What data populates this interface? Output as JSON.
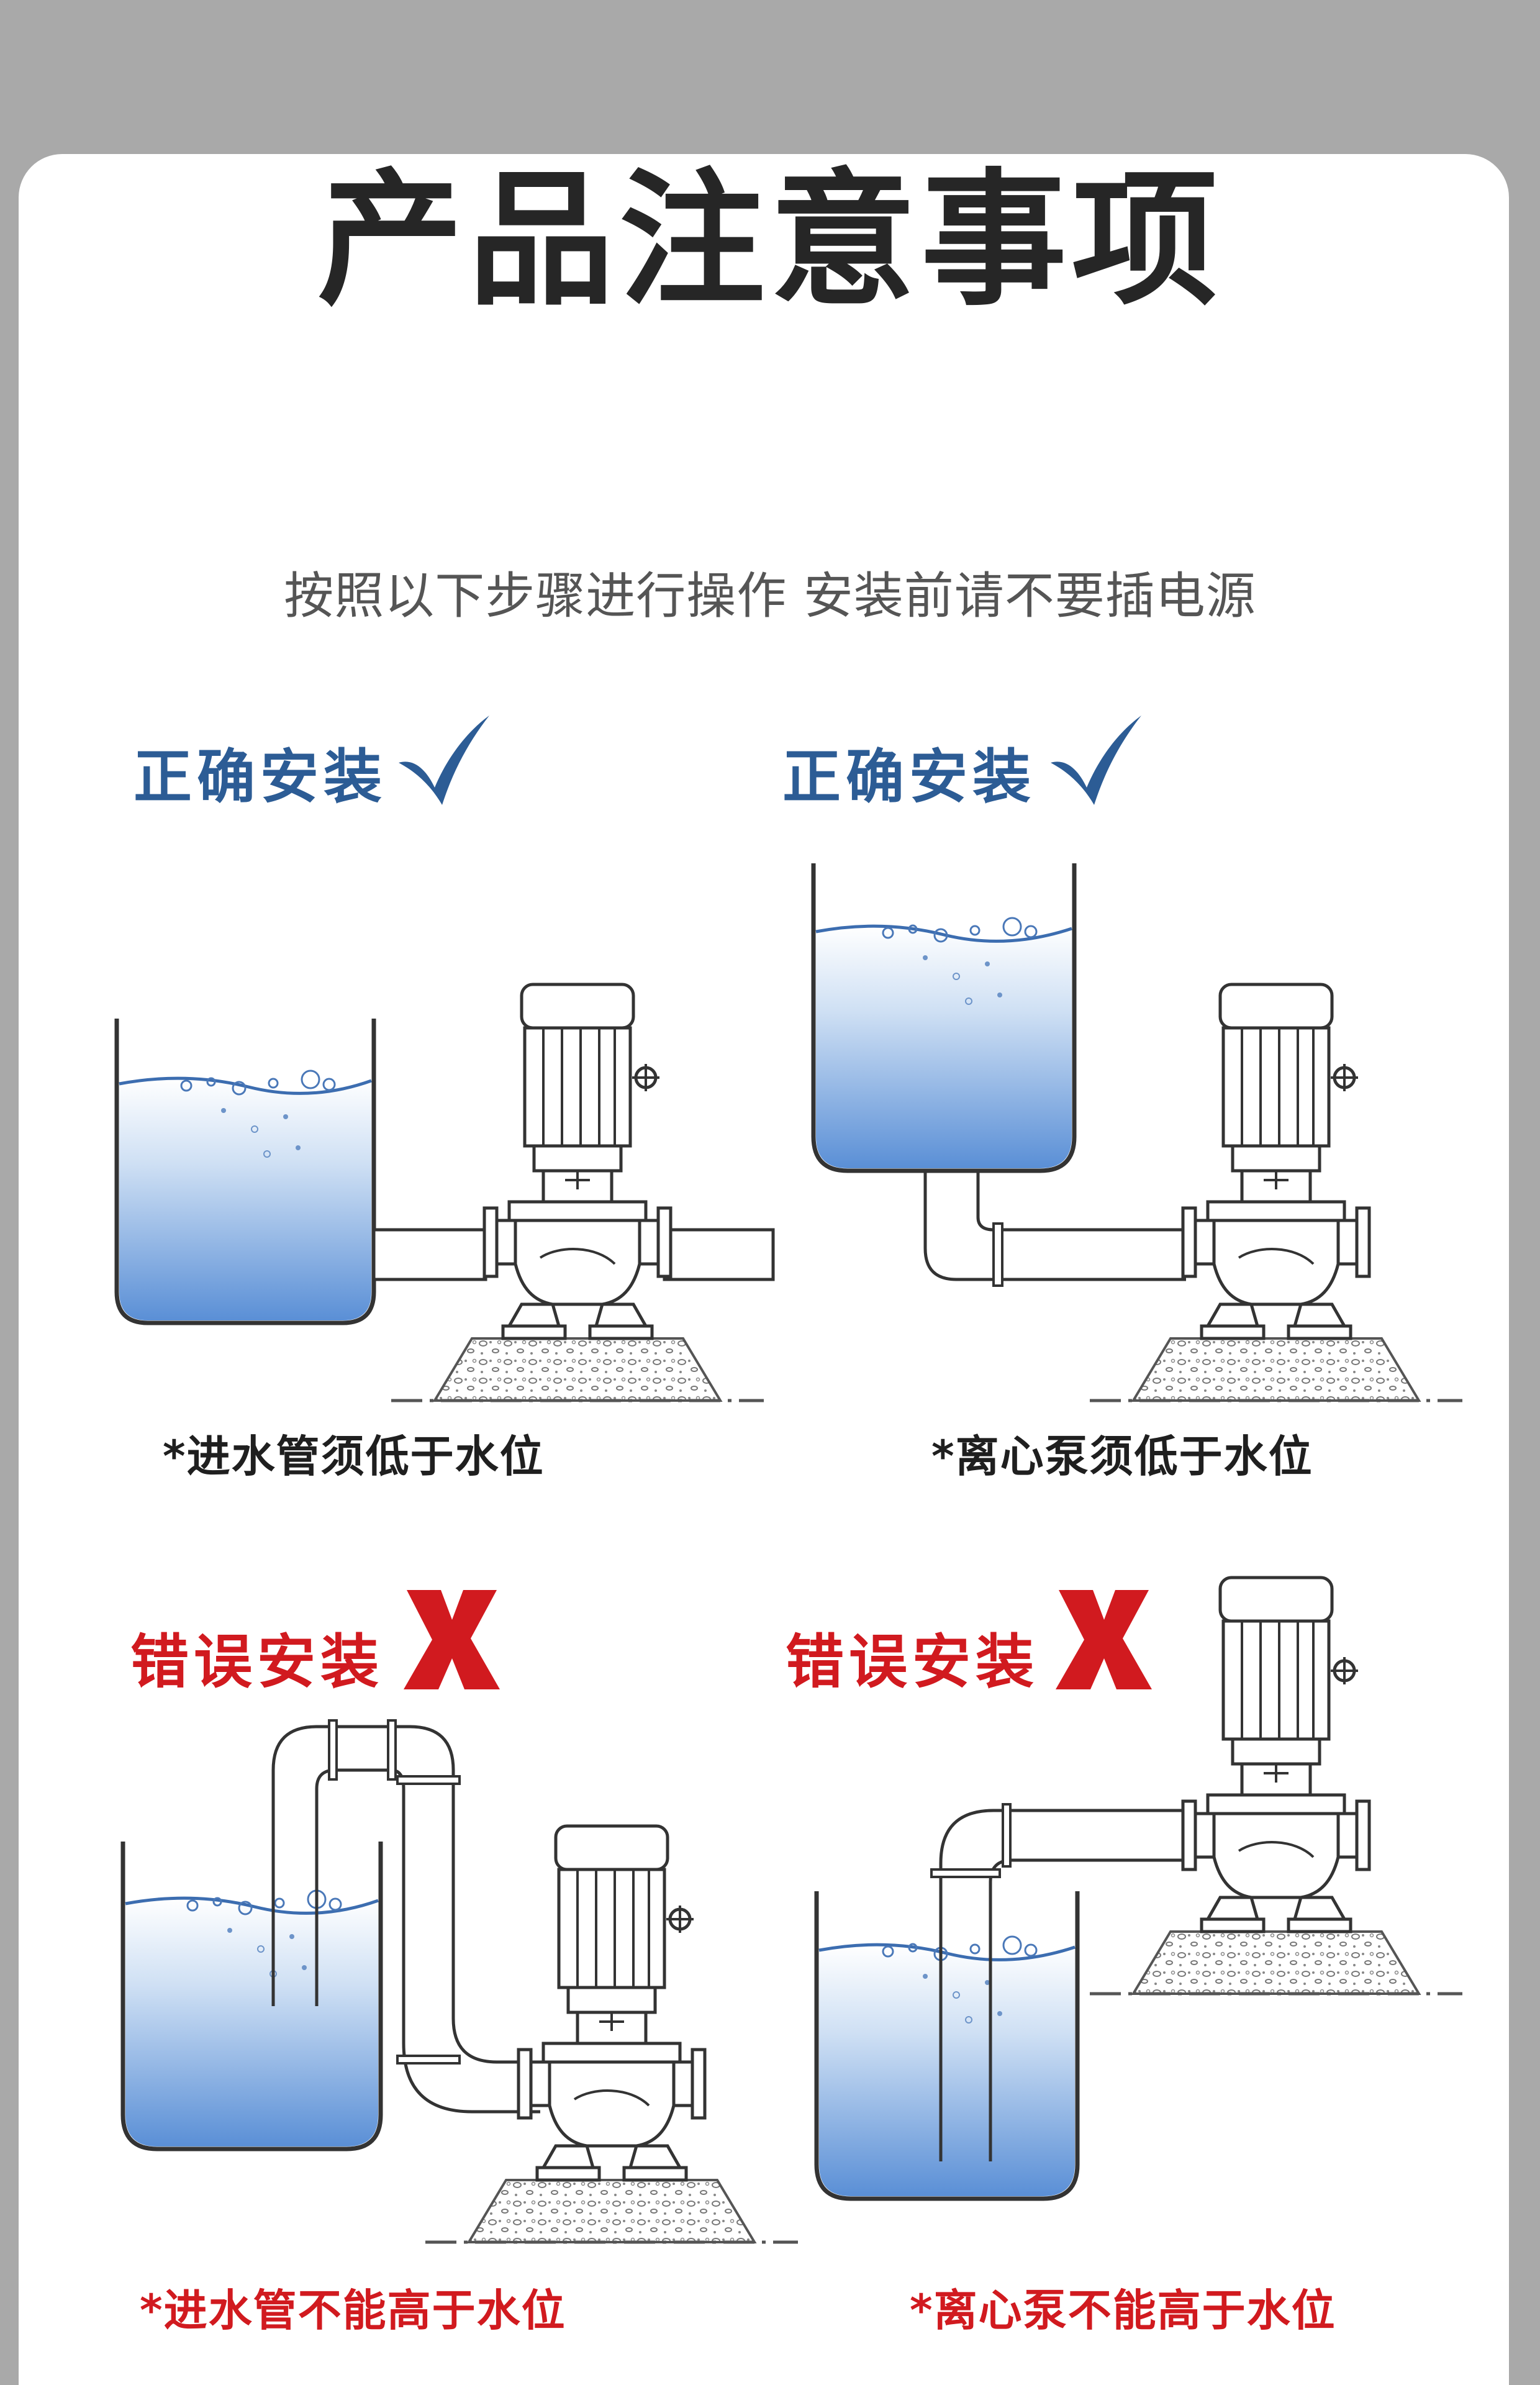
{
  "title": "产品注意事项",
  "subtitle": "按照以下步骤进行操作  安装前请不要插电源",
  "colors": {
    "correct": "#2c5c95",
    "wrong": "#d11a1f",
    "water_top": "#e8f2fb",
    "water_bottom": "#5a8fd6"
  },
  "panels": [
    {
      "status": "正确安装",
      "status_type": "correct",
      "icon": "check-icon",
      "caption": "*进水管须低于水位"
    },
    {
      "status": "正确安装",
      "status_type": "correct",
      "icon": "check-icon",
      "caption": "*离心泵须低于水位"
    },
    {
      "status": "错误安装",
      "status_type": "wrong",
      "icon": "x-icon",
      "caption": "*进水管不能高于水位"
    },
    {
      "status": "错误安装",
      "status_type": "wrong",
      "icon": "x-icon",
      "caption": "*离心泵不能高于水位"
    }
  ]
}
